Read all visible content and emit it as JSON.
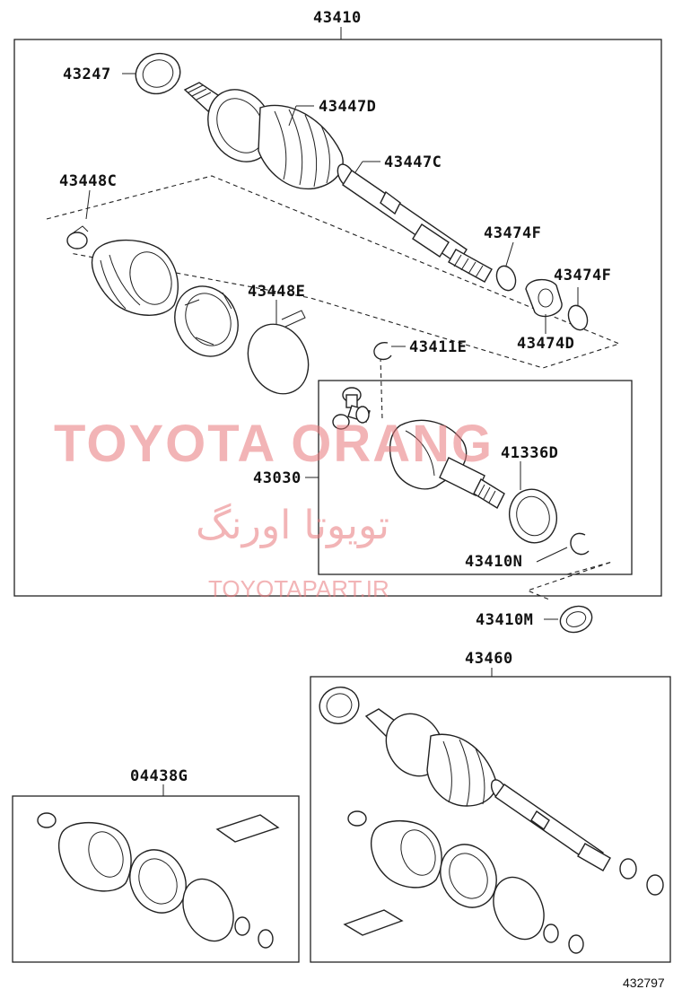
{
  "labels": {
    "assy_front": "43410",
    "bearing": "43247",
    "boot_outer": "43447D",
    "clamp_outer": "43447C",
    "clamp_inner": "43448C",
    "band_inner": "43448E",
    "damper_ring_a": "43474F",
    "damper_ring_b": "43474F",
    "damper": "43474D",
    "snap_ring": "43411E",
    "inboard_joint": "43030",
    "seal": "41336D",
    "ring_n": "43410N",
    "ring_m": "43410M",
    "assy_rear": "43460",
    "boot_kit": "04438G"
  },
  "watermark": {
    "brand": "TOYOTA ORANG",
    "persian": "تویوتا اورنگ",
    "url": "TOYOTAPART.IR"
  },
  "catalog_number": "432797"
}
